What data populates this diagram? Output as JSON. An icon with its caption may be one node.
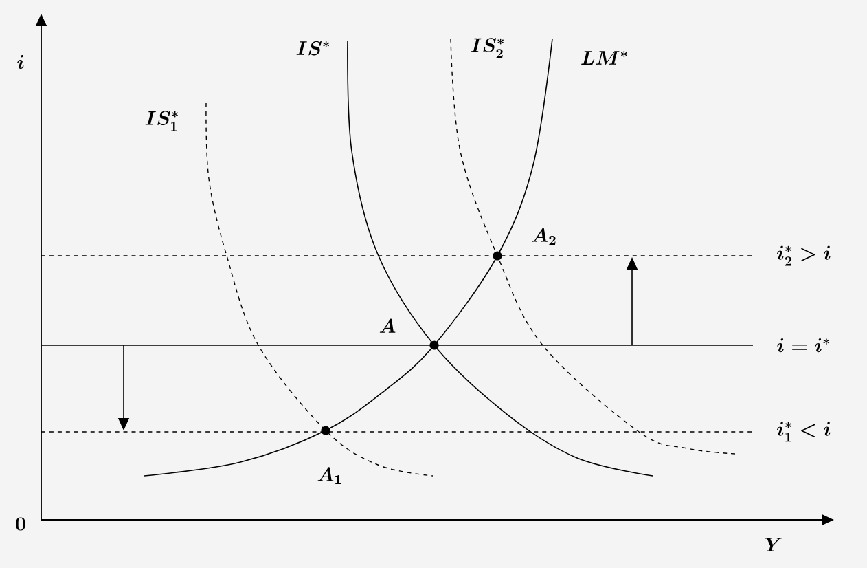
{
  "diagram": {
    "labels": [
      "i",
      "IS^{*}",
      "IS_{2}^{*}",
      "LM^{*}",
      "IS_{1}^{*}",
      "A_{2}",
      "i_{2}^{*} > i",
      "A",
      "i = i^{*}",
      "i_{1}^{*} < i",
      "A_{1}",
      "0",
      "Y"
    ]
  }
}
